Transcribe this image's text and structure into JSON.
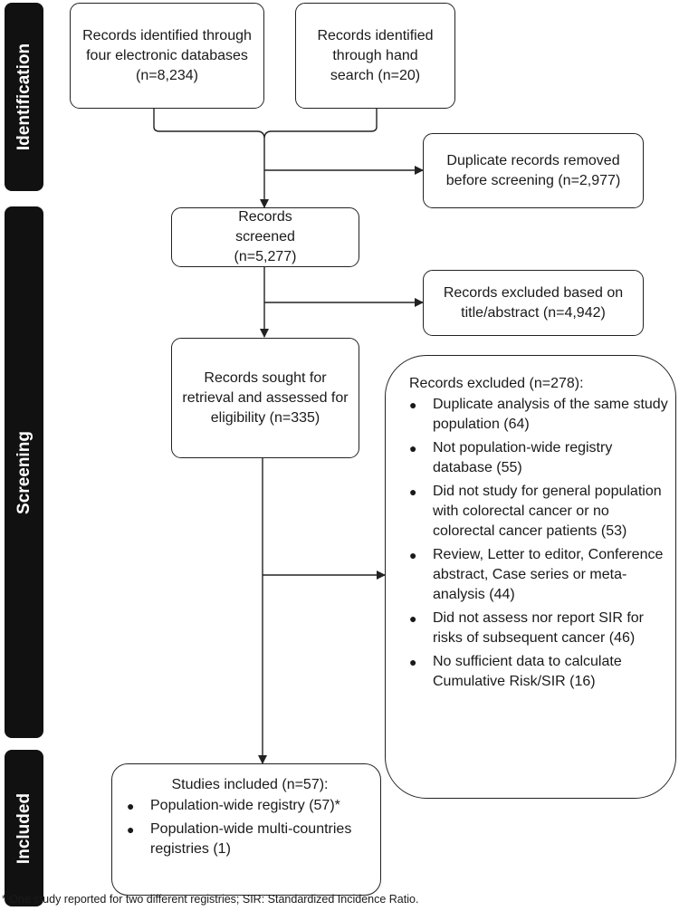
{
  "phases": {
    "identification": "Identification",
    "screening": "Screening",
    "included": "Included"
  },
  "boxes": {
    "databases": "Records identified through four electronic databases (n=8,234)",
    "hand_search": "Records identified through hand search (n=20)",
    "duplicates": "Duplicate records removed before screening (n=2,977)",
    "screened": "Records screened (n=5,277)",
    "excluded_title": "Records excluded based on title/abstract (n=4,942)",
    "sought": "Records sought for retrieval and assessed for eligibility (n=335)"
  },
  "excluded_full": {
    "heading": "Records excluded (n=278):",
    "items": [
      "Duplicate analysis of the same study population (64)",
      "Not population-wide registry database (55)",
      "Did not study for general population with colorectal cancer or no colorectal cancer patients (53)",
      "Review, Letter to editor, Conference abstract, Case series or meta-analysis (44)",
      "Did not assess nor report SIR for risks of subsequent cancer (46)",
      "No sufficient data to calculate Cumulative Risk/SIR (16)"
    ]
  },
  "included_box": {
    "heading": "Studies included (n=57):",
    "items": [
      "Population-wide registry (57)*",
      "Population-wide multi-countries registries (1)"
    ]
  },
  "footnote": "* One study reported for two different registries; SIR: Standardized Incidence Ratio."
}
